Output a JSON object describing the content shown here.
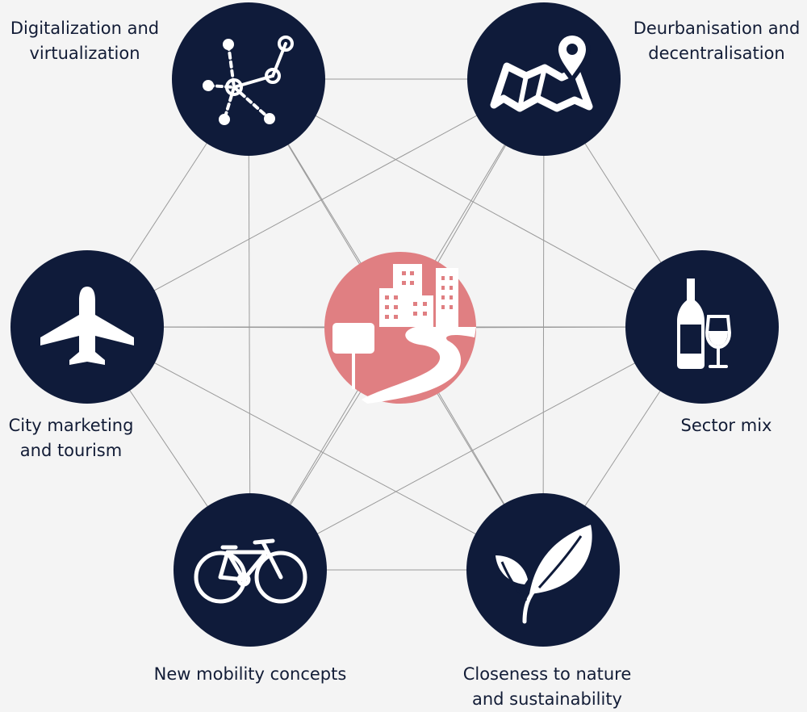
{
  "title": "",
  "colors": {
    "background": "#f4f4f4",
    "node_fill": "#0f1b3a",
    "center_fill": "#e07f82",
    "edge": "#9a9a9a",
    "icon": "#ffffff",
    "label_text": "#121c36"
  },
  "center": {
    "icon": "city-road-icon"
  },
  "nodes": [
    {
      "id": "digitalization",
      "icon": "network-icon",
      "label_lines": [
        "Digitalization and",
        "virtualization"
      ]
    },
    {
      "id": "deurbanisation",
      "icon": "map-pin-icon",
      "label_lines": [
        "Deurbanisation and",
        "decentralisation"
      ]
    },
    {
      "id": "city-marketing",
      "icon": "airplane-icon",
      "label_lines": [
        "City marketing",
        "and tourism"
      ]
    },
    {
      "id": "sector-mix",
      "icon": "wine-icon",
      "label_lines": [
        "Sector mix"
      ]
    },
    {
      "id": "mobility",
      "icon": "bicycle-icon",
      "label_lines": [
        "New mobility concepts"
      ]
    },
    {
      "id": "nature",
      "icon": "leaf-icon",
      "label_lines": [
        "Closeness to nature",
        "and sustainability"
      ]
    }
  ]
}
